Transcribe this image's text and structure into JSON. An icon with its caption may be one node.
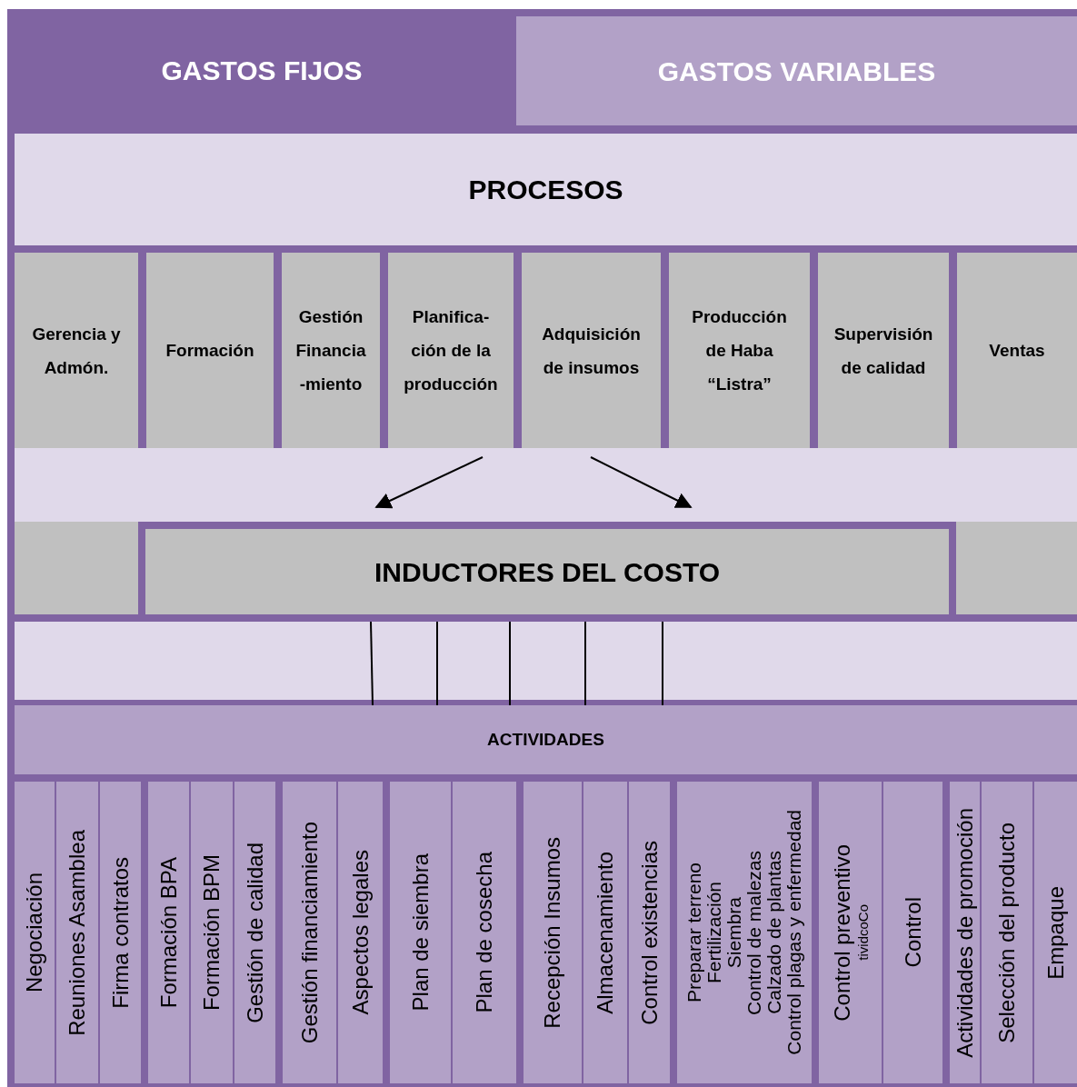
{
  "diagram": {
    "nodes": [
      {
        "text": [
          "GASTOS FIJOS"
        ]
      },
      {
        "text": [
          "GASTOS VARIABLES"
        ]
      },
      {
        "text": [
          "PROCESOS"
        ]
      },
      {
        "text": [
          "Gerencia y Admón."
        ]
      },
      {
        "text": [
          "Formación"
        ]
      },
      {
        "text": [
          "Gestión Financia -miento"
        ]
      },
      {
        "text": [
          "Planifica- ción de la producción"
        ]
      },
      {
        "text": [
          "Adquisición de insumos"
        ]
      },
      {
        "text": [
          "Producción de Haba “Listra”"
        ]
      },
      {
        "text": [
          "Supervisión de calidad"
        ]
      },
      {
        "text": [
          "Ventas"
        ]
      },
      {
        "text": [
          "INDUCTORES DEL COSTO"
        ]
      },
      {
        "text": [
          "ACTIVIDADES"
        ]
      },
      {
        "text": [
          "Negociación"
        ]
      },
      {
        "text": [
          "Reuniones Asamblea"
        ]
      },
      {
        "text": [
          "Firma contratos"
        ]
      },
      {
        "text": [
          "Formación BPA"
        ]
      },
      {
        "text": [
          "Formación BPM"
        ]
      },
      {
        "text": [
          "Gestión de calidad"
        ]
      },
      {
        "text": [
          "Gestión financiamiento"
        ]
      },
      {
        "text": [
          "Aspectos legales"
        ]
      },
      {
        "text": [
          "Plan de siembra"
        ]
      },
      {
        "text": [
          "Plan de cosecha"
        ]
      },
      {
        "text": [
          "Recepción Insumos"
        ]
      },
      {
        "text": [
          "Almacenamiento"
        ]
      },
      {
        "text": [
          "Control existencias"
        ]
      },
      {
        "text": [
          "Preparar terreno",
          "Fertilización",
          "Siembra",
          "Control de malezas",
          "Calzado de plantas",
          "Control plagas y enfermedad"
        ]
      },
      {
        "text": [
          "Control preventivo",
          "tividcoCo"
        ]
      },
      {
        "text": [
          "Control"
        ]
      },
      {
        "text": [
          "Actividades de promoción"
        ]
      },
      {
        "text": [
          "Selección del producto"
        ]
      },
      {
        "text": [
          "Empaque"
        ]
      }
    ],
    "edges": [
      {
        "from": 6,
        "to": 11,
        "arrow": "to"
      },
      {
        "from": 7,
        "to": 11,
        "arrow": "to"
      },
      {
        "from": 11,
        "to": 12,
        "arrow": "none"
      },
      {
        "from": 11,
        "to": 12,
        "arrow": "none"
      },
      {
        "from": 11,
        "to": 12,
        "arrow": "none"
      },
      {
        "from": 11,
        "to": 12,
        "arrow": "none"
      },
      {
        "from": 11,
        "to": 12,
        "arrow": "none"
      }
    ]
  }
}
